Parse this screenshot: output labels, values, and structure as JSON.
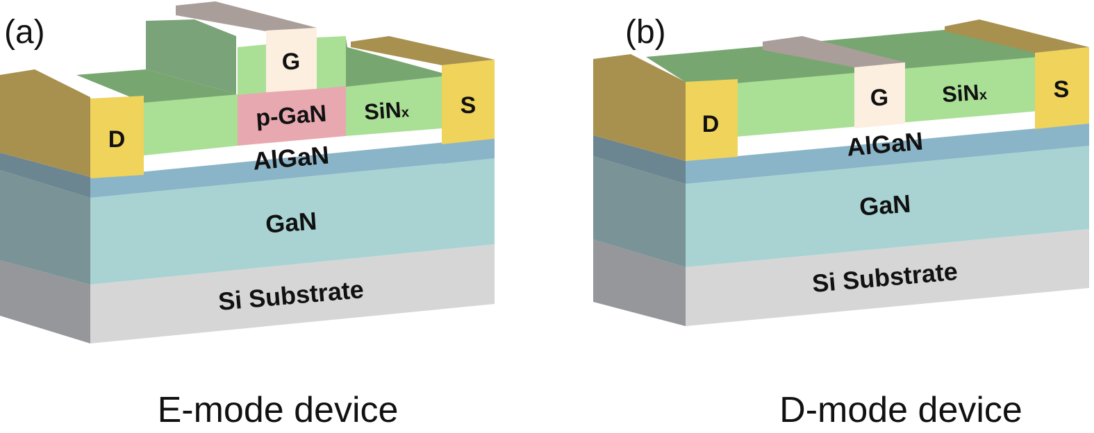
{
  "colors": {
    "contact_front": "#f0d35a",
    "contact_side": "#a8914f",
    "sinx_front": "#aadf96",
    "sinx_top": "#78a671",
    "sinx_side": "#7aa37a",
    "gate_front": "#fdefe0",
    "gate_top": "#aa9e9a",
    "pgan_front": "#e8a8b0",
    "algan_front": "#8ab4c8",
    "algan_side": "#6b8591",
    "gan_front": "#a8d3d2",
    "gan_side": "#7a9396",
    "si_front": "#d6d6d6",
    "si_side": "#95979b"
  },
  "panels": [
    {
      "tag": "(a)",
      "caption": "E-mode device",
      "labels": {
        "drain": "D",
        "source": "S",
        "gate": "G",
        "pgan": "p-GaN",
        "sinx": "SiN",
        "sinx_sub": "x",
        "algan": "AlGaN",
        "gan": "GaN",
        "substrate": "Si Substrate"
      }
    },
    {
      "tag": "(b)",
      "caption": "D-mode device",
      "labels": {
        "drain": "D",
        "source": "S",
        "gate": "G",
        "sinx": "SiN",
        "sinx_sub": "x",
        "algan": "AlGaN",
        "gan": "GaN",
        "substrate": "Si Substrate"
      }
    }
  ]
}
